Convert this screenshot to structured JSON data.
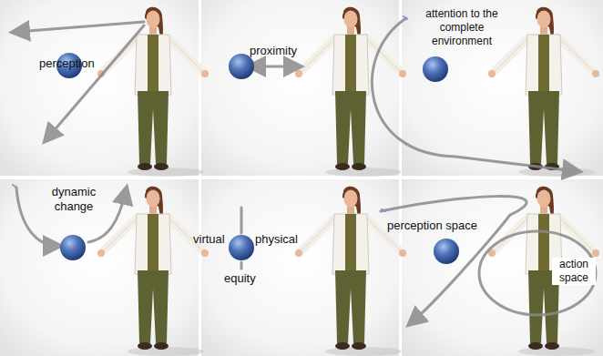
{
  "diagram": {
    "labels": [
      "perception",
      "proximity",
      "attention to the complete environment",
      "dynamic change",
      "virtual",
      "physical",
      "equity",
      "perception space",
      "action space"
    ]
  }
}
